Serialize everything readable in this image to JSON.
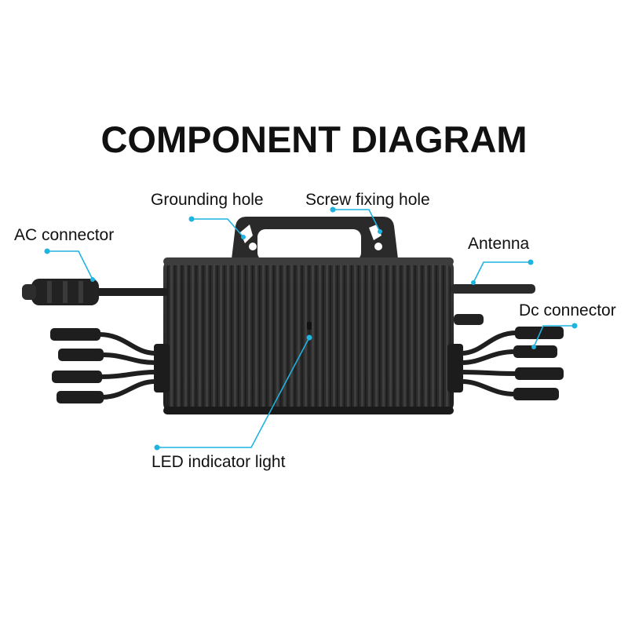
{
  "title": "COMPONENT DIAGRAM",
  "accent_color": "#1fb3e0",
  "labels": {
    "grounding_hole": "Grounding hole",
    "screw_fixing_hole": "Screw fixing hole",
    "ac_connector": "AC connector",
    "antenna": "Antenna",
    "dc_connector": "Dc connector",
    "led_indicator_light": "LED indicator light"
  }
}
